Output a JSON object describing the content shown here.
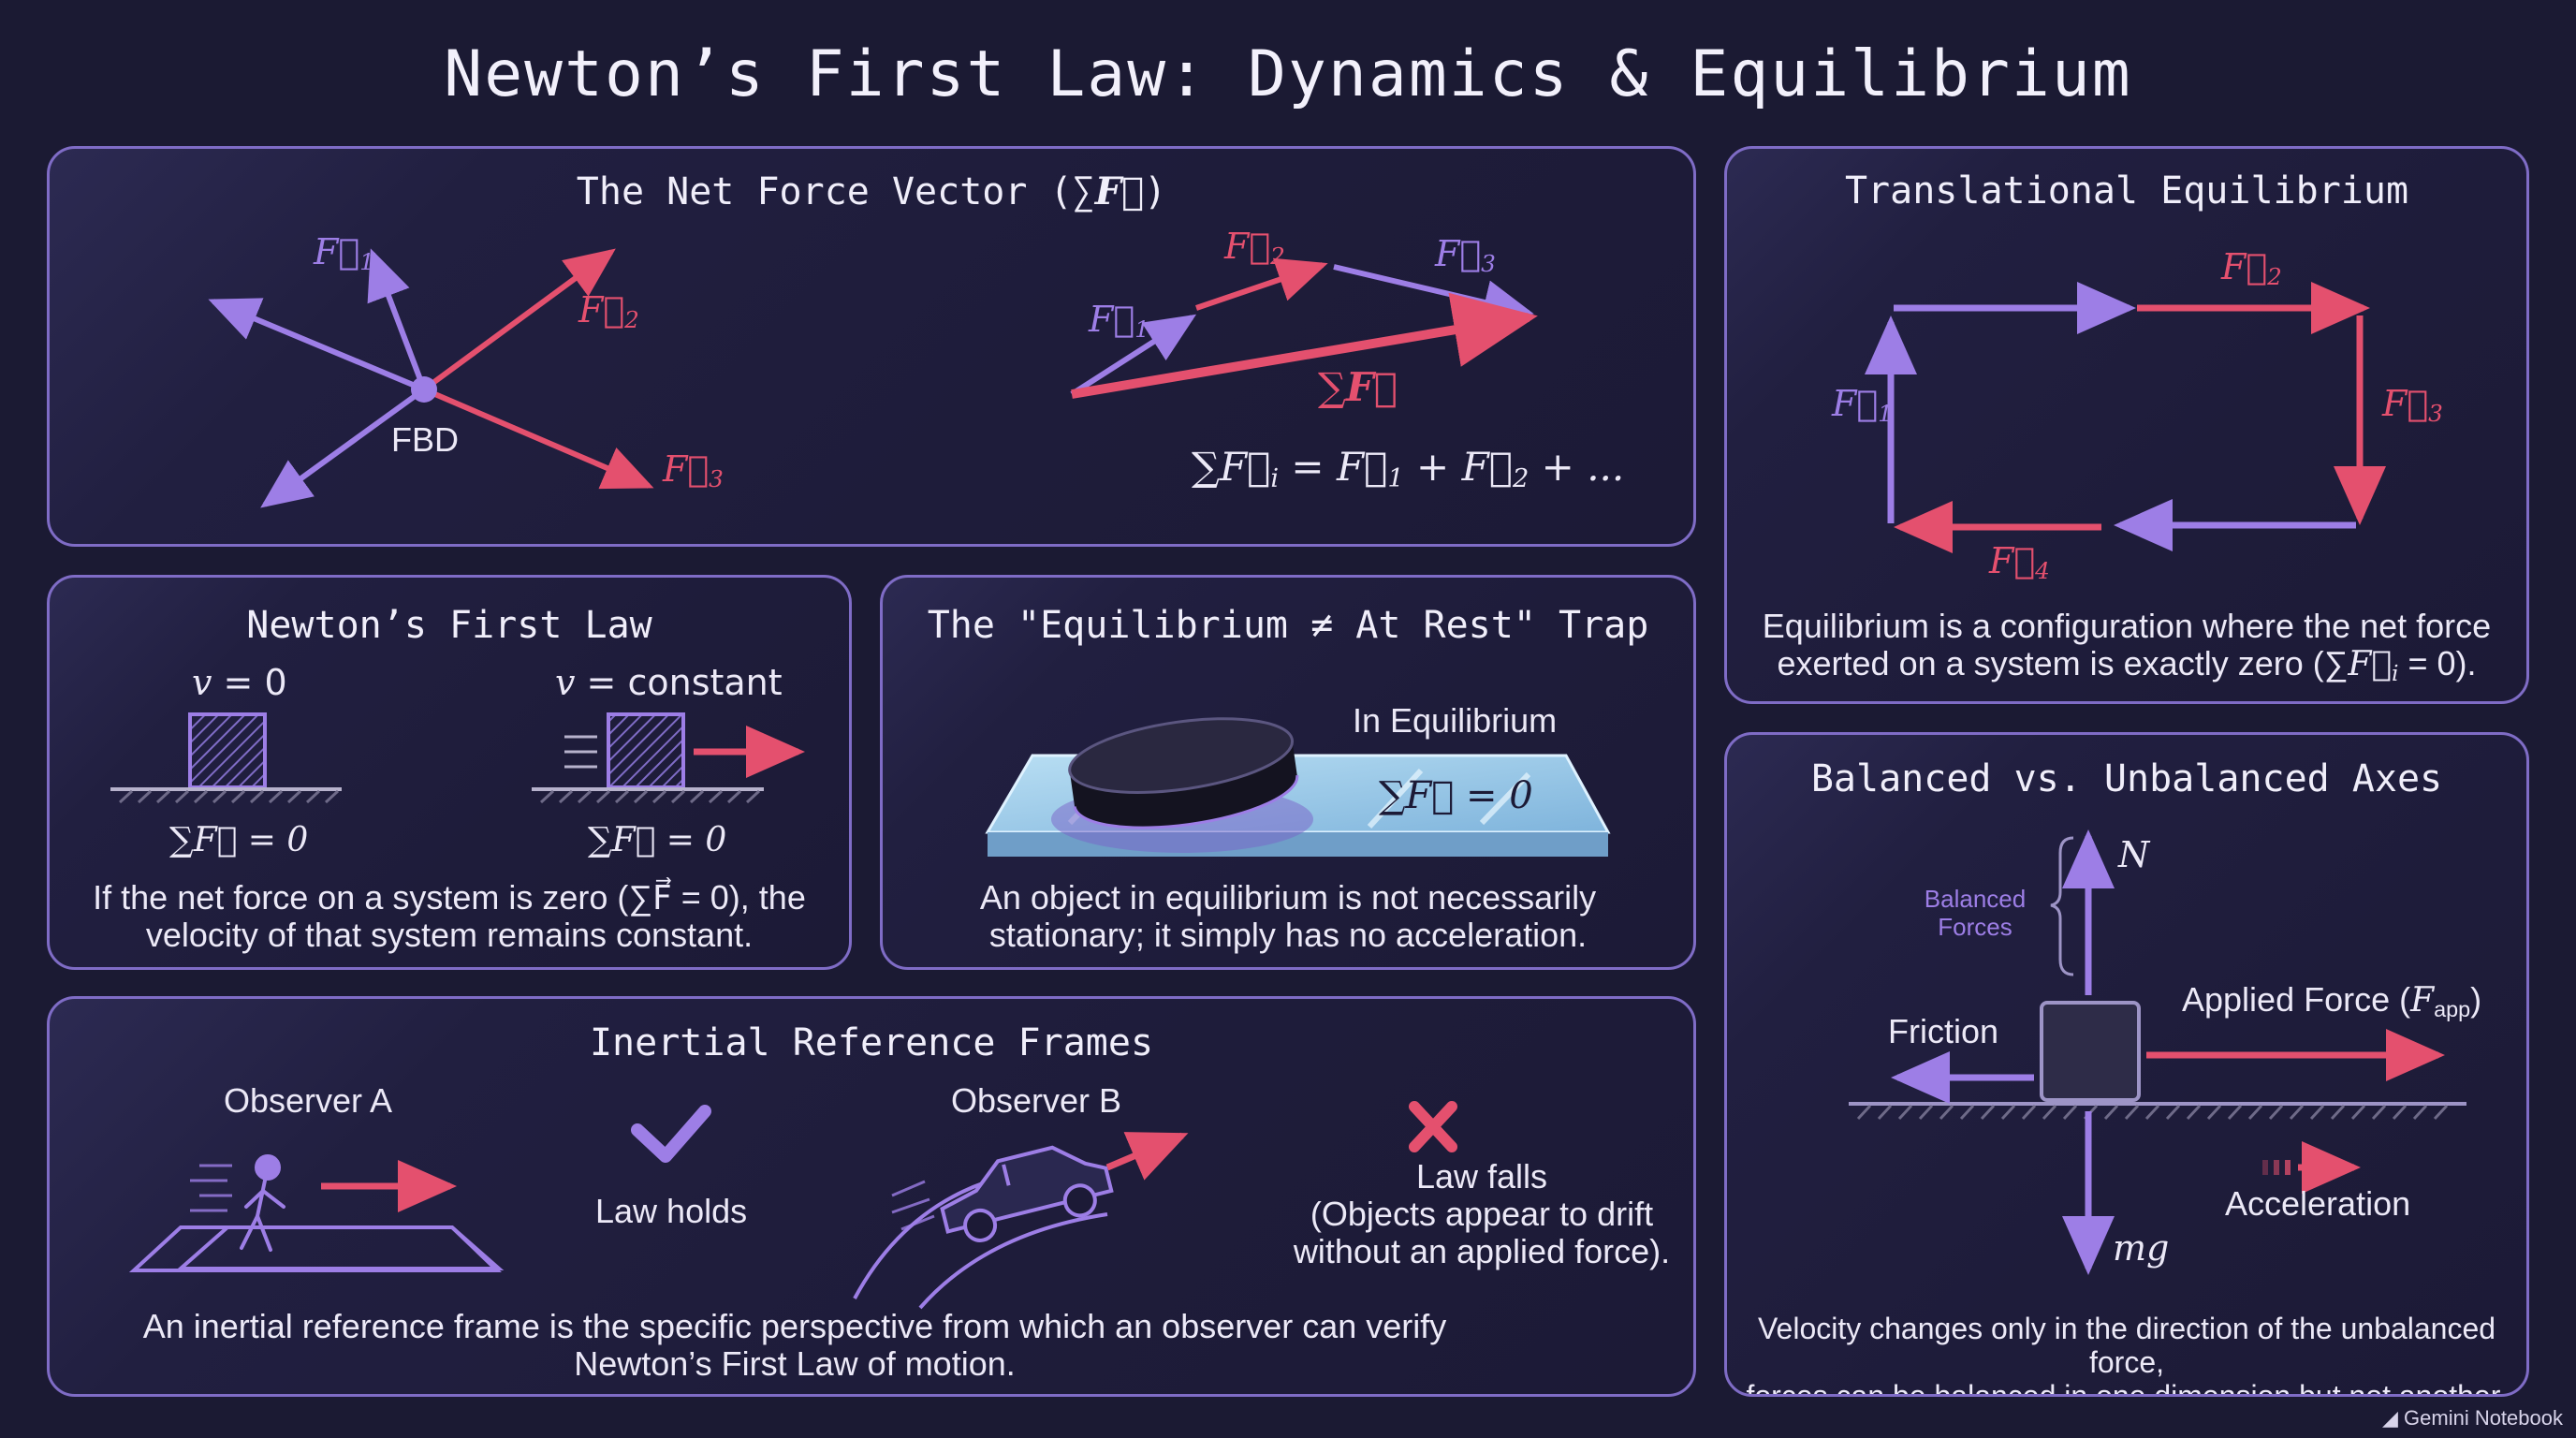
{
  "title": "Newton’s First Law: Dynamics & Equilibrium",
  "net_force": {
    "title": "The Net Force Vector (∑F⃗)",
    "fbd_label": "FBD",
    "left_f1": "F⃗1",
    "left_f2": "F⃗2",
    "left_f3": "F⃗3",
    "right_f1": "F⃗1",
    "right_f2": "F⃗2",
    "right_f3": "F⃗3",
    "sum_label": "∑F⃗",
    "formula": "∑F⃗i = F⃗1 + F⃗2 + ..."
  },
  "first_law": {
    "title": "Newton’s First Law",
    "v_zero": "𝑣 = 0",
    "v_const": "𝑣 = constant",
    "sum_left": "∑F⃗ = 0",
    "sum_right": "∑F⃗ = 0",
    "caption_line1": "If the net force on a system is zero (∑F⃗ = 0), the",
    "caption_line2": "velocity of that system remains constant."
  },
  "trap": {
    "title": "The \"Equilibrium ≠ At Rest\" Trap",
    "in_eq": "In Equilibrium",
    "sum": "∑F⃗ = 0",
    "caption_line1": "An object in equilibrium is not necessarily",
    "caption_line2": "stationary; it simply has no acceleration."
  },
  "frames": {
    "title": "Inertial Reference Frames",
    "observer_a": "Observer A",
    "observer_b": "Observer B",
    "law_holds": "Law holds",
    "law_fails_line1": "Law falls",
    "law_fails_line2": "(Objects appear to drift",
    "law_fails_line3": "without an applied force).",
    "caption_line1": "An inertial reference frame is the specific perspective from which an observer can verify",
    "caption_line2": "Newton’s First Law of motion."
  },
  "equilibrium": {
    "title": "Translational Equilibrium",
    "f1": "F⃗1",
    "f2": "F⃗2",
    "f3": "F⃗3",
    "f4": "F⃗4",
    "caption_line1": "Equilibrium is a configuration where the net force",
    "caption_line2": "exerted on a system is exactly zero (∑F⃗i = 0)."
  },
  "axes": {
    "title": "Balanced vs. Unbalanced Axes",
    "normal": "N",
    "weight": "mg",
    "balanced_line1": "Balanced",
    "balanced_line2": "Forces",
    "friction": "Friction",
    "applied": "Applied Force (Fapp)",
    "acceleration": "Acceleration",
    "caption_line1": "Velocity changes only in the direction of the unbalanced force,",
    "caption_line2": "forces can be balanced in one dimension but not another."
  },
  "brand": "Gemini Notebook",
  "colors": {
    "background": "#1b1a33",
    "panel_border": "#7f6cc6",
    "purple_vector": "#9d7ee6",
    "red_vector": "#e4506e"
  }
}
